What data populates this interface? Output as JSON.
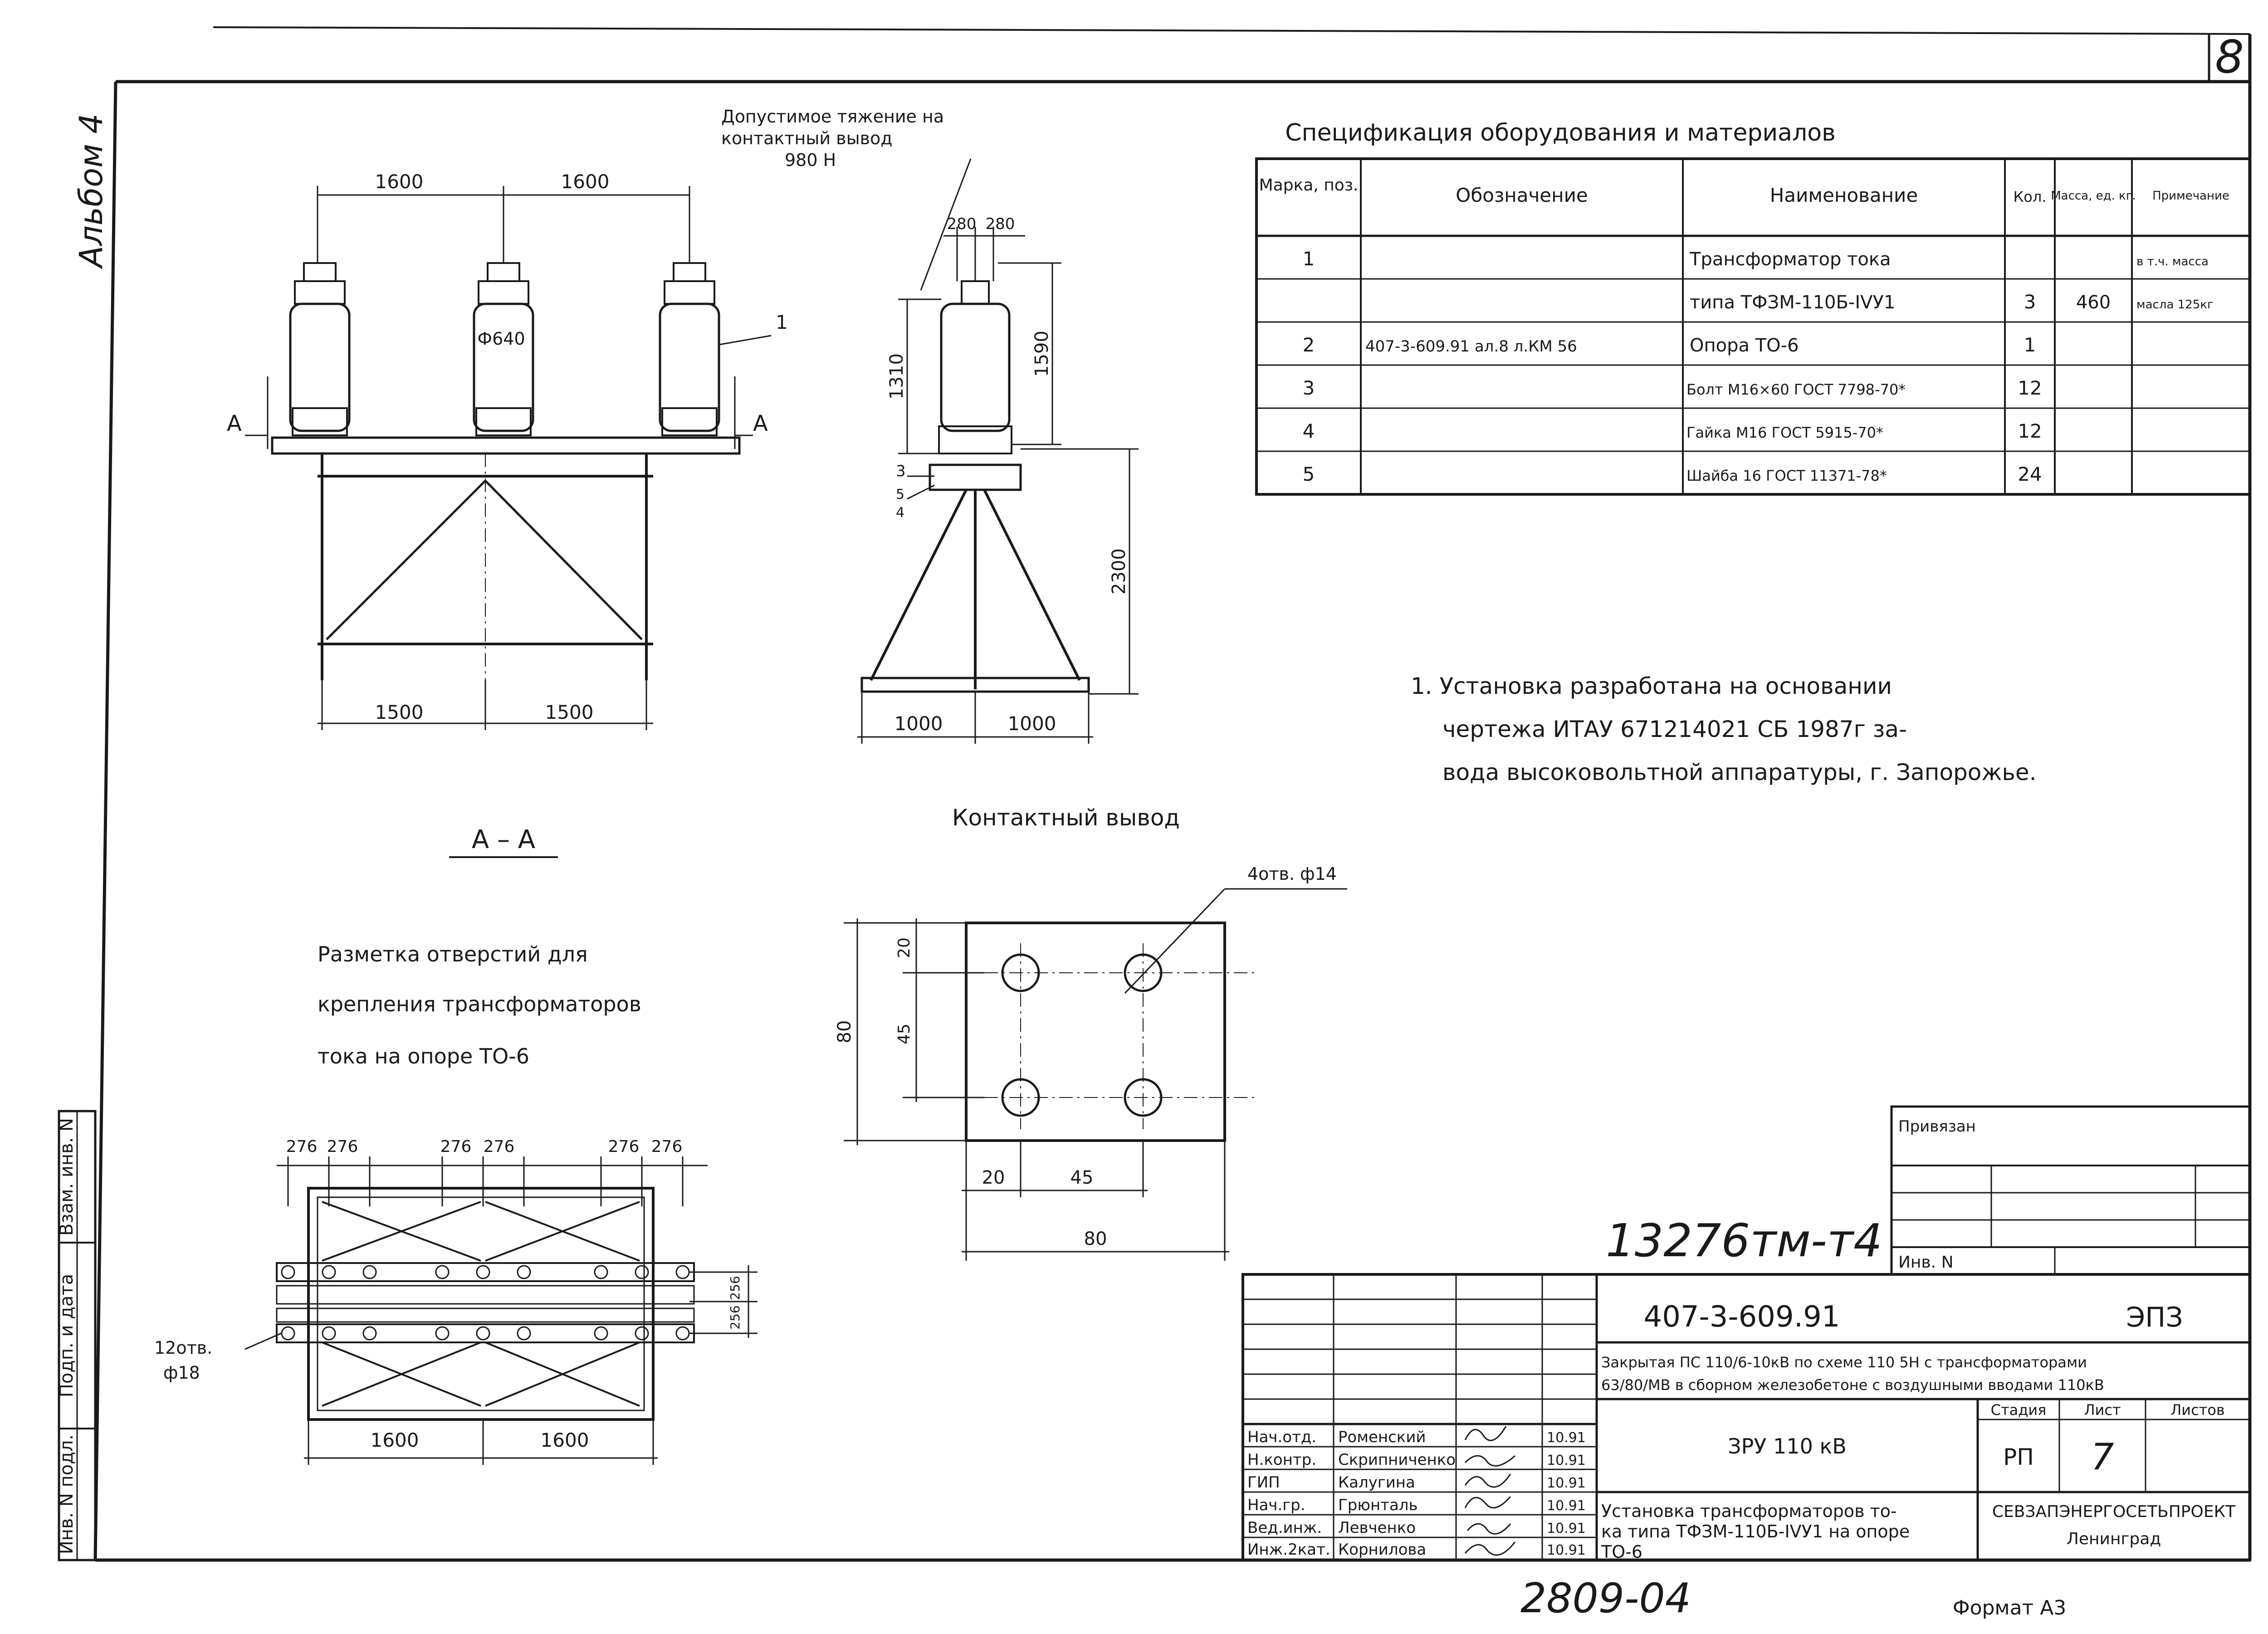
{
  "sheet": {
    "page_number": "8",
    "album": "Альбом 4",
    "format": "Формат А3",
    "bottom_number": "2809-04",
    "handwritten_ref": "13276тм-т4"
  },
  "side_stamp": [
    "Инв. N подл.",
    "Подп. и дата",
    "Взам. инв. N"
  ],
  "front_view": {
    "top_note": [
      "Допустимое тяжение на",
      "контактный вывод",
      "980 Н"
    ],
    "dims_top": [
      "1600",
      "1600"
    ],
    "dims_bottom": [
      "1500",
      "1500"
    ],
    "diameter": "Ф640",
    "section_mark": "А",
    "pos_label": "1"
  },
  "side_view": {
    "dims_top": [
      "280",
      "280"
    ],
    "dim_1310": "1310",
    "dim_1590": "1590",
    "dim_2300": "2300",
    "dims_bottom": [
      "1000",
      "1000"
    ],
    "pos_labels": [
      "3",
      "5",
      "4"
    ]
  },
  "spec": {
    "title": "Спецификация оборудования и материалов",
    "headers": [
      "Марка, поз.",
      "Обозначение",
      "Наименование",
      "Кол.",
      "Масса, ед. кг.",
      "Примечание"
    ],
    "rows": [
      [
        "1",
        "",
        "Трансформатор тока",
        "",
        "",
        "в т.ч. масса"
      ],
      [
        "",
        "",
        "типа ТФЗМ-110Б-IVУ1",
        "3",
        "460",
        "масла 125кг"
      ],
      [
        "2",
        "407-3-609.91 ал.8 л.КМ 56",
        "Опора ТО-6",
        "1",
        "",
        ""
      ],
      [
        "3",
        "",
        "Болт М16×60 ГОСТ 7798-70*",
        "12",
        "",
        ""
      ],
      [
        "4",
        "",
        "Гайка М16 ГОСТ 5915-70*",
        "12",
        "",
        ""
      ],
      [
        "5",
        "",
        "Шайба 16 ГОСТ 11371-78*",
        "24",
        "",
        ""
      ]
    ]
  },
  "note": [
    "1. Установка разработана на основании",
    "чертежа ИТАУ 671214021 СБ 1987г за-",
    "вода высоковольтной аппаратуры, г. Запорожье."
  ],
  "section_aa": {
    "title": "А – А",
    "caption": [
      "Разметка отверстий для",
      "крепления трансформаторов",
      "тока на опоре ТО-6"
    ],
    "dims_top": [
      "276",
      "276",
      "276",
      "276",
      "276",
      "276"
    ],
    "dims_right": [
      "256",
      "256"
    ],
    "holes_label": [
      "12отв.",
      "ф18"
    ],
    "dims_bottom": [
      "1600",
      "1600"
    ]
  },
  "contact": {
    "title": "Контактный вывод",
    "holes": "4отв. ф14",
    "dim_20v": "20",
    "dim_45v": "45",
    "dim_80v": "80",
    "dim_20h": "20",
    "dim_45h": "45",
    "dim_80h": "80"
  },
  "privyazan": {
    "label": "Привязан",
    "inv_label": "Инв. N"
  },
  "title_block": {
    "code": "407-3-609.91",
    "section": "ЭПЗ",
    "project": [
      "Закрытая ПС 110/6-10кВ по схеме 110 5Н с трансформаторами",
      "63/80/МВ в сборном железобетоне с воздушными вводами 110кВ"
    ],
    "object": "ЗРУ 110 кВ",
    "stage_label": "Стадия",
    "sheet_label": "Лист",
    "sheets_label": "Листов",
    "stage": "РП",
    "sheet": "7",
    "sheets": "",
    "drawing_title": [
      "Установка трансформаторов то-",
      "ка типа ТФЗМ-110Б-IVУ1 на опоре",
      "ТО-6"
    ],
    "org": [
      "СЕВЗАПЭНЕРГОСЕТЬПРОЕКТ",
      "Ленинград"
    ],
    "staff": [
      {
        "role": "Нач.отд.",
        "name": "Роменский",
        "date": "10.91"
      },
      {
        "role": "Н.контр.",
        "name": "Скрипниченко",
        "date": "10.91"
      },
      {
        "role": "ГИП",
        "name": "Калугина",
        "date": "10.91"
      },
      {
        "role": "Нач.гр.",
        "name": "Грюнталь",
        "date": "10.91"
      },
      {
        "role": "Вед.инж.",
        "name": "Левченко",
        "date": "10.91"
      },
      {
        "role": "Инж.2кат.",
        "name": "Корнилова",
        "date": "10.91"
      }
    ]
  }
}
